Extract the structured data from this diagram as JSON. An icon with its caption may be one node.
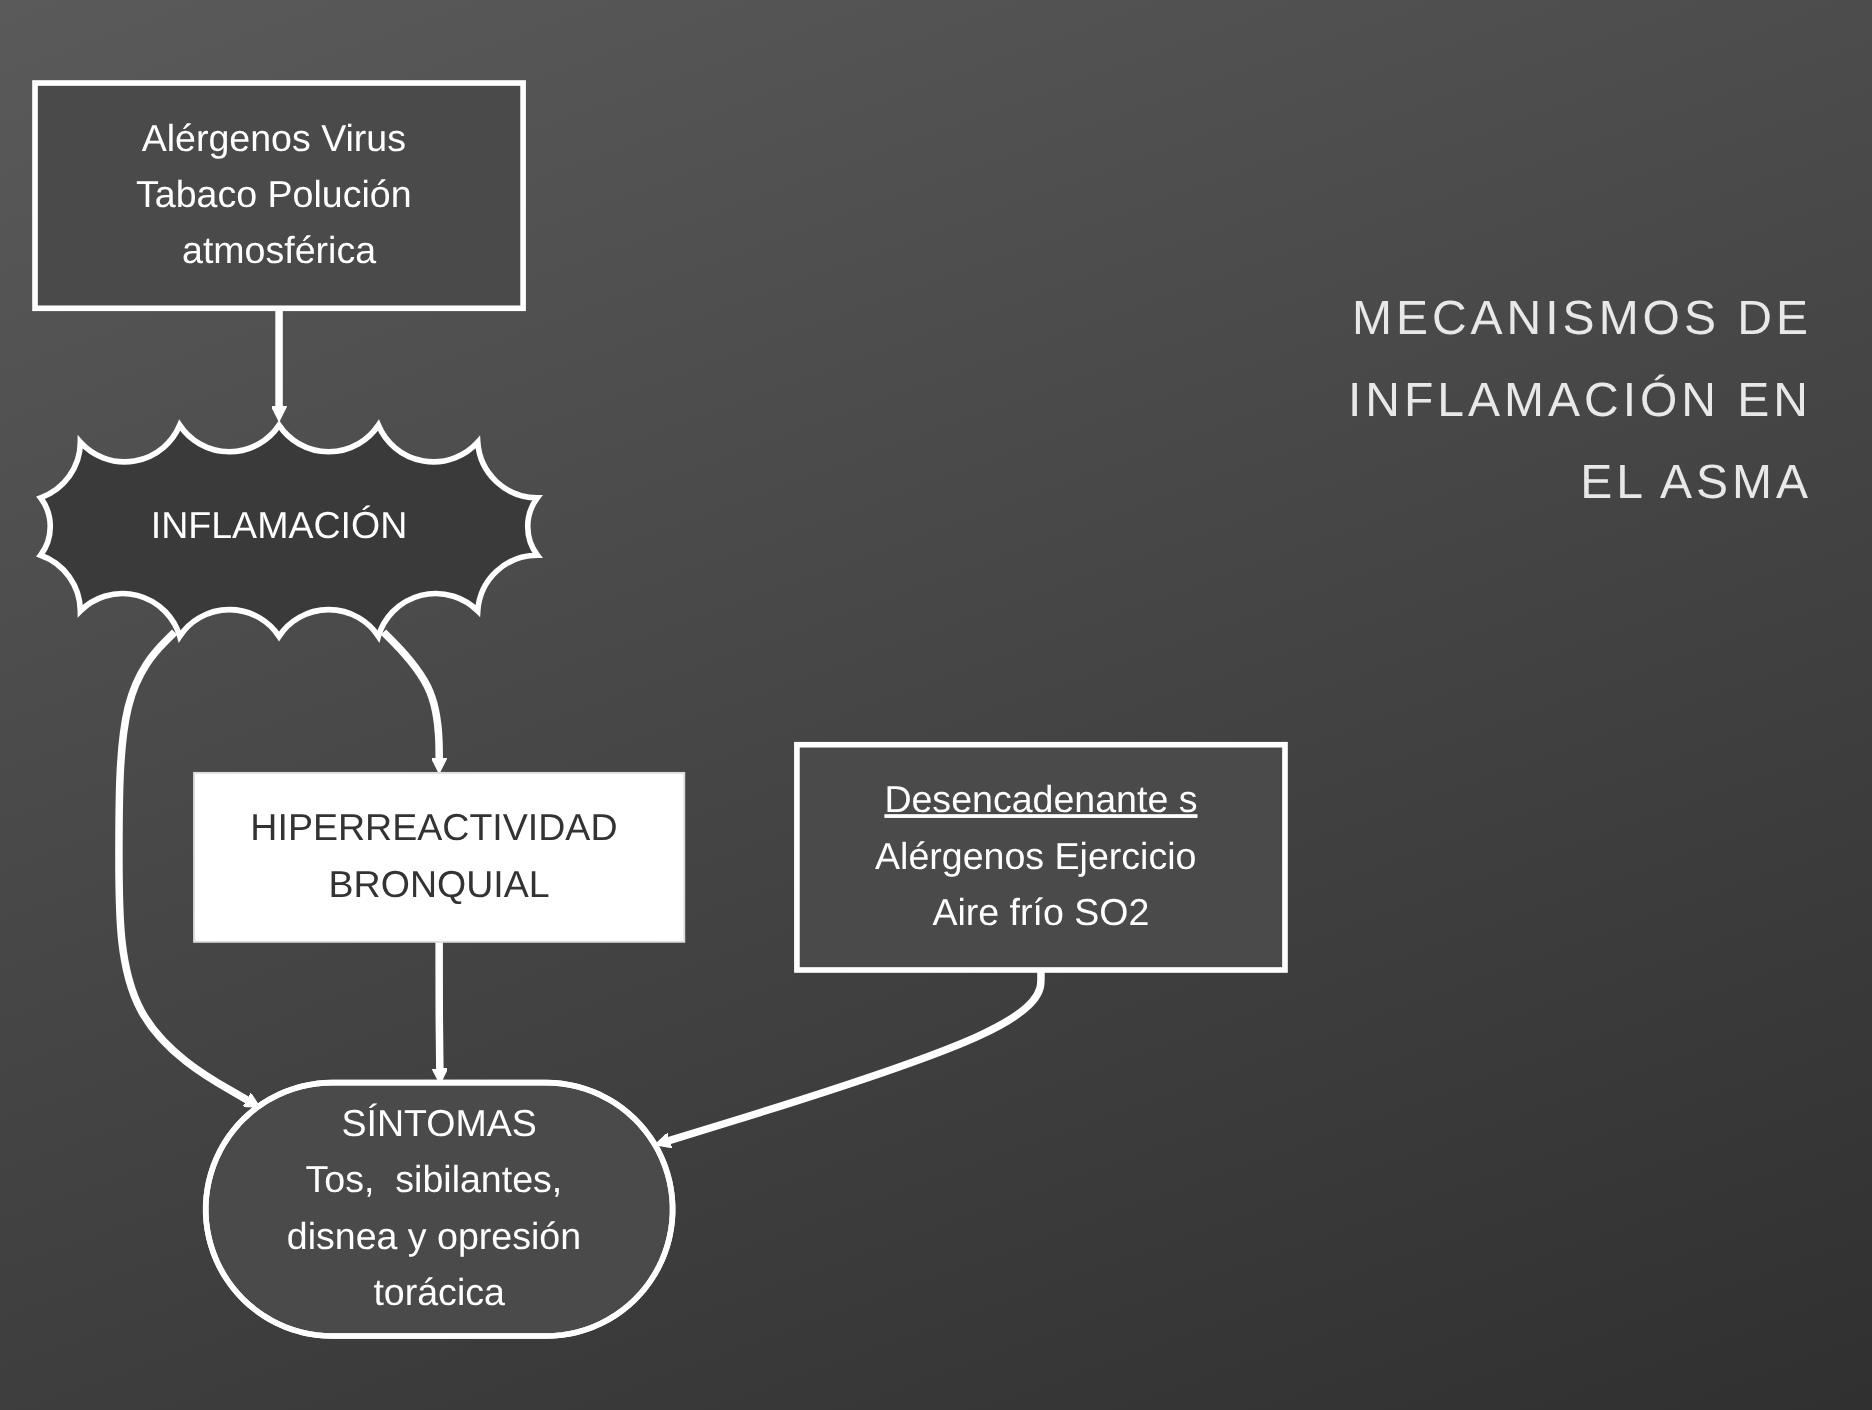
{
  "diagram": {
    "title": "MECANISMOS DE INFLAMACIÓN EN EL ASMA",
    "nodes": [
      {
        "text": [
          "Alérgenos Virus Tabaco Polución atmosférica"
        ]
      },
      {
        "text": [
          "INFLAMACIÓN"
        ]
      },
      {
        "text": [
          "HIPERREACTIVIDAD BRONQUIAL"
        ]
      },
      {
        "text": [
          "SÍNTOMAS",
          "Tos,  sibilantes, disnea y opresión torácica"
        ]
      },
      {
        "text": [
          "Desencadenante s",
          "Alérgenos Ejercicio Aire frío SO2"
        ]
      }
    ],
    "edges": [
      {
        "from": 0,
        "to": 1,
        "arrow": "to"
      },
      {
        "from": 1,
        "to": 2,
        "arrow": "to"
      },
      {
        "from": 1,
        "to": 3,
        "arrow": "to"
      },
      {
        "from": 2,
        "to": 3,
        "arrow": "to"
      },
      {
        "from": 4,
        "to": 3,
        "arrow": "to"
      }
    ]
  }
}
